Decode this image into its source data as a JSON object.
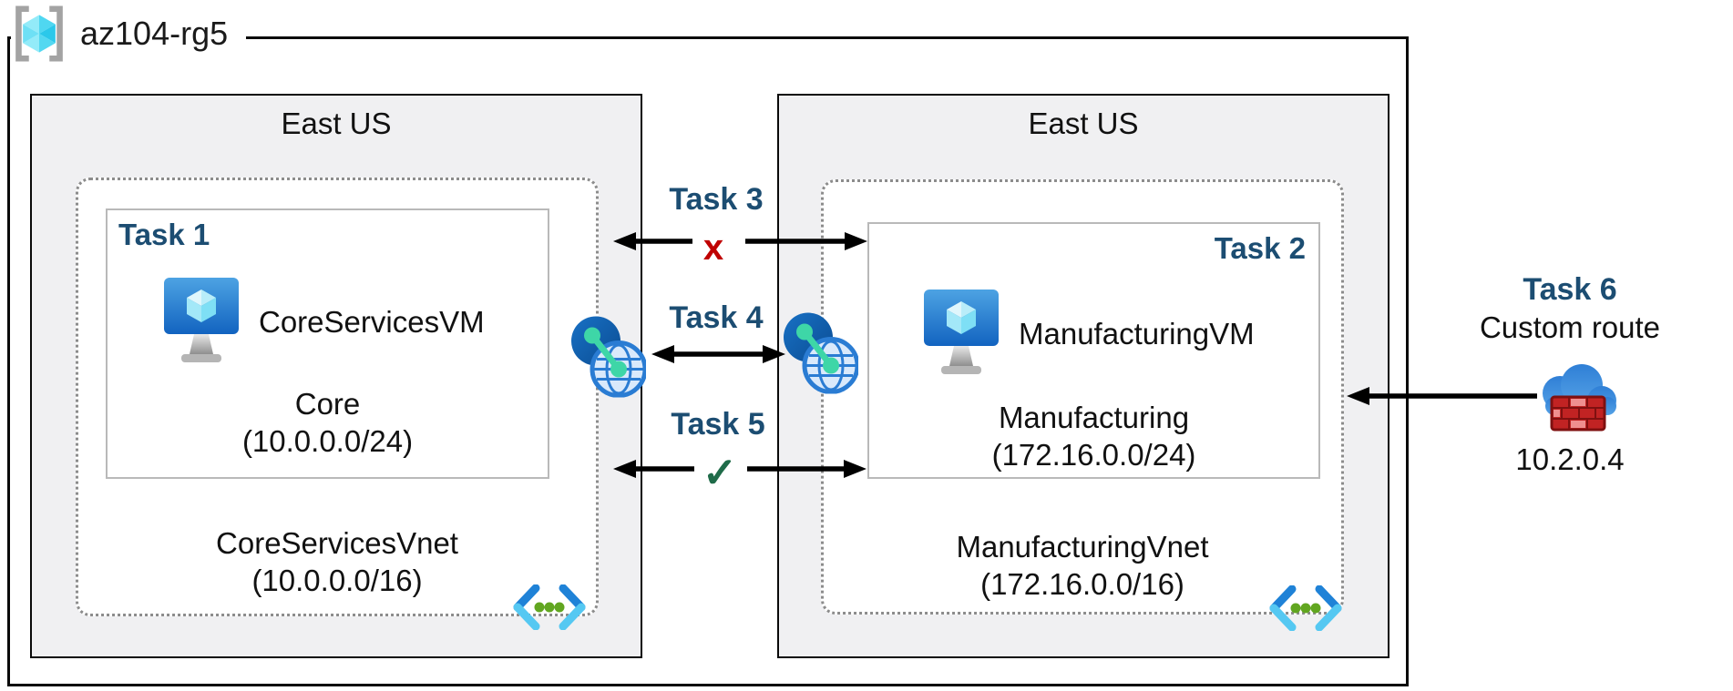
{
  "resource_group": {
    "name": "az104-rg5"
  },
  "left_region": {
    "title": "East US",
    "task_label": "Task 1",
    "vm_name": "CoreServicesVM",
    "subnet_name": "Core",
    "subnet_cidr": "(10.0.0.0/24)",
    "vnet_name": "CoreServicesVnet",
    "vnet_cidr": "(10.0.0.0/16)"
  },
  "right_region": {
    "title": "East US",
    "task_label": "Task 2",
    "vm_name": "ManufacturingVM",
    "subnet_name": "Manufacturing",
    "subnet_cidr": "(172.16.0.0/24)",
    "vnet_name": "ManufacturingVnet",
    "vnet_cidr": "(172.16.0.0/16)"
  },
  "connections": {
    "task3": {
      "label": "Task 3",
      "marker": "x",
      "status": "blocked"
    },
    "task4": {
      "label": "Task 4",
      "status": "peering"
    },
    "task5": {
      "label": "Task 5",
      "marker": "✓",
      "status": "allowed"
    },
    "task6": {
      "label": "Task 6",
      "sublabel": "Custom route",
      "ip": "10.2.0.4"
    }
  },
  "colors": {
    "task_label": "#1c4d72",
    "blocked_marker": "#c00000",
    "allowed_marker": "#1f6b49",
    "region_fill": "#f0f0f2",
    "vnet_dotted_border": "#8c8c8c",
    "azure_blue": "#1263c0",
    "vnet_green_dot": "#61a620"
  }
}
